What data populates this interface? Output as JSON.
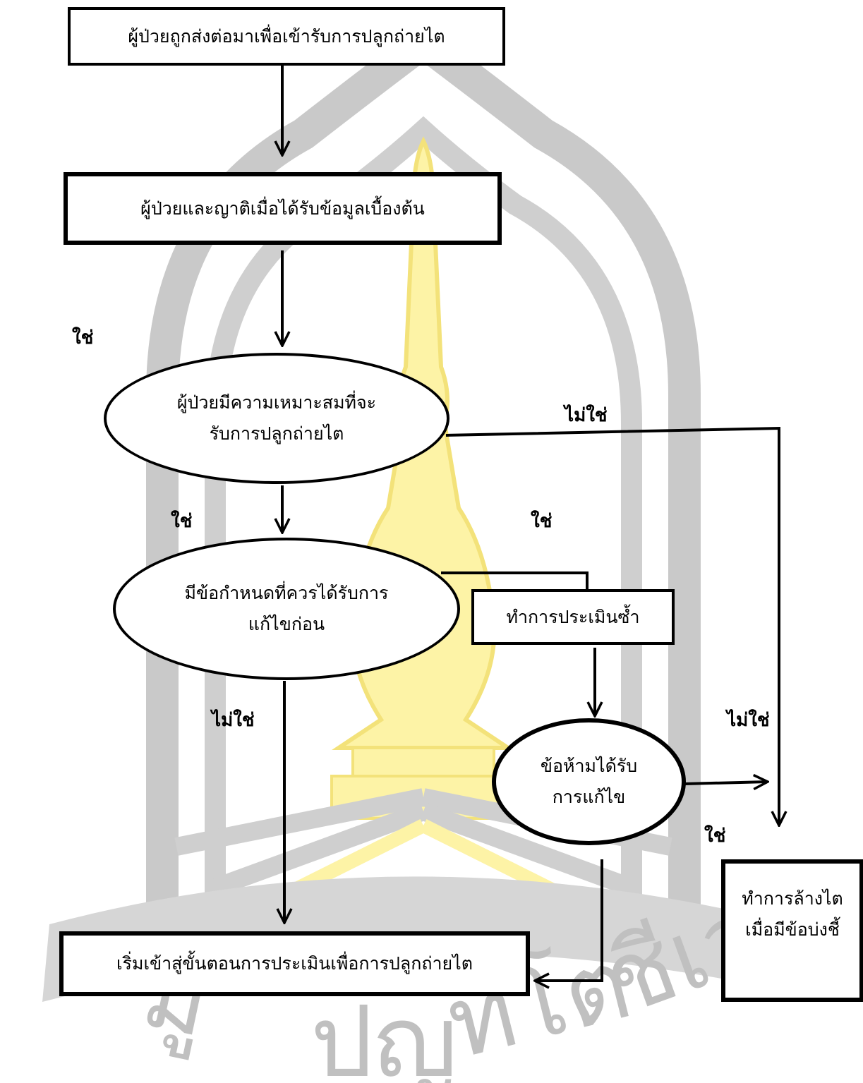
{
  "nodes": {
    "referred": "ผู้ป่วยถูกส่งต่อมาเพื่อเข้ารับการปลูกถ่ายไต",
    "informed": "ผู้ป่วยและญาติเมื่อได้รับข้อมูลเบื้องต้น",
    "suitable_line1": "ผู้ป่วยมีความเหมาะสมที่จะ",
    "suitable_line2": "รับการปลูกถ่ายไต",
    "condition_line1": "มีข้อกำหนดที่ควรได้รับการ",
    "condition_line2": "แก้ไขก่อน",
    "reassess": "ทำการประเมินซ้ำ",
    "contra_line1": "ข้อห้ามได้รับ",
    "contra_line2": "การแก้ไข",
    "dialysis_line1": "ทำการล้างไต",
    "dialysis_line2": "เมื่อมีข้อบ่งชี้",
    "start_eval": "เริ่มเข้าสู่ขั้นตอนการประเมินเพื่อการปลูกถ่ายไต"
  },
  "labels": {
    "yes_1": "ใช่",
    "no_1": "ไม่ใช่",
    "yes_2": "ใช่",
    "yes_3": "ใช่",
    "no_2": "ไม่ใช่",
    "no_3": "ไม่ใช่",
    "yes_4": "ใช่"
  },
  "colors": {
    "watermark_gray": "#c4c4c4",
    "watermark_yellow": "#fdf6b0",
    "line": "#000000"
  }
}
